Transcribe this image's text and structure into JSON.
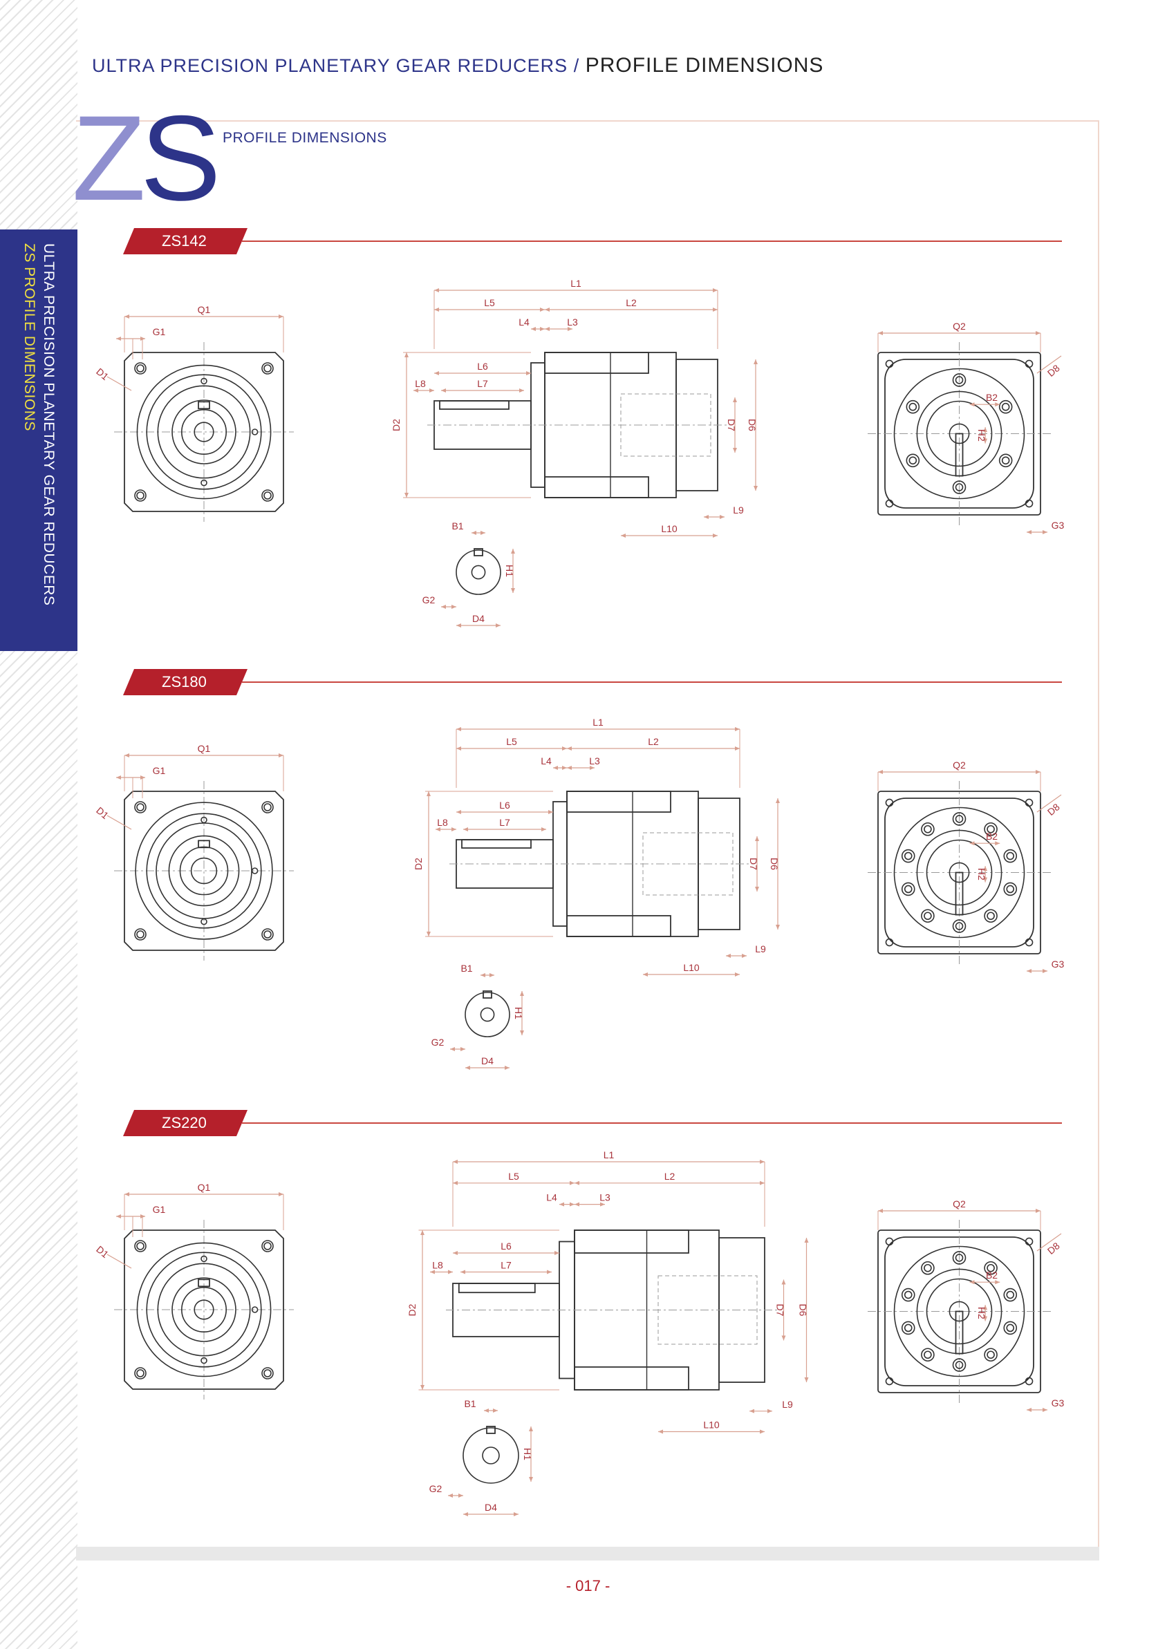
{
  "header": {
    "title_blue": "ULTRA PRECISION PLANETARY GEAR REDUCERS",
    "separator": "/",
    "title_black": "PROFILE DIMENSIONS"
  },
  "logo": {
    "text_z": "Z",
    "text_s": "S",
    "subtitle": "PROFILE DIMENSIONS"
  },
  "side_band": {
    "line1": "ULTRA PRECISION PLANETARY GEAR REDUCERS",
    "line2": "ZS PROFILE DIMENSIONS"
  },
  "sections": [
    {
      "title": "ZS142"
    },
    {
      "title": "ZS180"
    },
    {
      "title": "ZS220"
    }
  ],
  "labels": {
    "q1": "Q1",
    "g1": "G1",
    "d1": "D1",
    "l1": "L1",
    "l2": "L2",
    "l3": "L3",
    "l4": "L4",
    "l5": "L5",
    "l6": "L6",
    "l7": "L7",
    "l8": "L8",
    "l9": "L9",
    "l10": "L10",
    "d2": "D2",
    "d6": "D6",
    "d7": "D7",
    "q2": "Q2",
    "d8": "D8",
    "b2": "B2",
    "h2": "H2",
    "g3": "G3",
    "b1": "B1",
    "h1": "H1",
    "g2": "G2",
    "d4": "D4"
  },
  "colors": {
    "brand_blue": "#2d3489",
    "accent_red": "#b5202b",
    "dim_line": "#d8a090",
    "dim_text": "#a8323a"
  },
  "footer": {
    "page_number": "- 017 -"
  }
}
